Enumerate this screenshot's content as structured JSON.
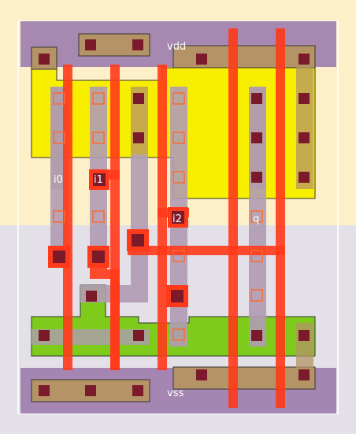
{
  "labels": {
    "vdd": "vdd",
    "vss": "vss",
    "i0": "i0",
    "i1": "i1",
    "i2": "i2",
    "q": "q"
  },
  "colors": {
    "nwell": "#fdf0c8",
    "pwell": "#e3e1e7",
    "rail": "#9d7cad",
    "pdiff": "#f8ef00",
    "ndiff": "#7ecb1c",
    "poly": "#b09bb2",
    "metal": "#ff3a1a",
    "contact": "#7a1a2a",
    "contact_fill": "#b49466",
    "border": "#ffffff"
  }
}
